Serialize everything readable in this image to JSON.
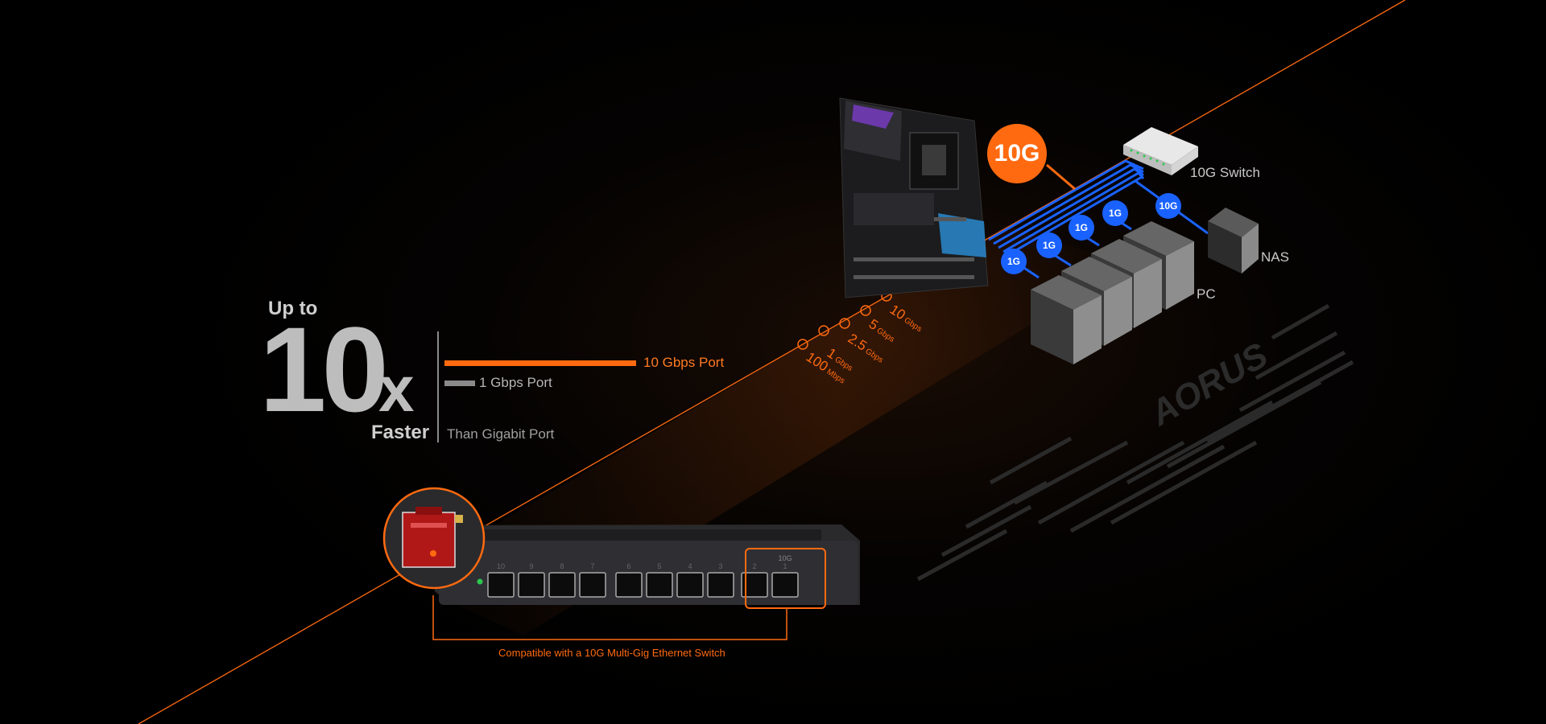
{
  "headline": {
    "up_to": "Up to",
    "multiplier": "10",
    "x": "x",
    "faster": "Faster",
    "than": "Than Gigabit Port"
  },
  "comparison": {
    "bar_10g_label": "10 Gbps Port",
    "bar_1g_label": "1 Gbps Port",
    "bar_10g_value": 10,
    "bar_1g_value": 1
  },
  "speeds": [
    {
      "value": "10",
      "unit": "Gbps"
    },
    {
      "value": "5",
      "unit": "Gbps"
    },
    {
      "value": "2.5",
      "unit": "Gbps"
    },
    {
      "value": "1",
      "unit": "Gbps"
    },
    {
      "value": "100",
      "unit": "Mbps"
    }
  ],
  "network": {
    "center_badge": "10G",
    "switch_label": "10G Switch",
    "nas_label": "NAS",
    "pc_label": "PC",
    "link_badges": [
      "1G",
      "1G",
      "1G",
      "1G",
      "10G"
    ]
  },
  "switch_device": {
    "port_numbers": [
      "10",
      "9",
      "8",
      "7",
      "6",
      "5",
      "4",
      "3",
      "2",
      "1"
    ],
    "group_label": "10G"
  },
  "caption": "Compatible with a 10G Multi-Gig Ethernet Switch",
  "watermark": "AORUS",
  "colors": {
    "accent_orange": "#ff6a10",
    "link_blue": "#1a62ff",
    "text_gray": "#bdbdbd"
  }
}
